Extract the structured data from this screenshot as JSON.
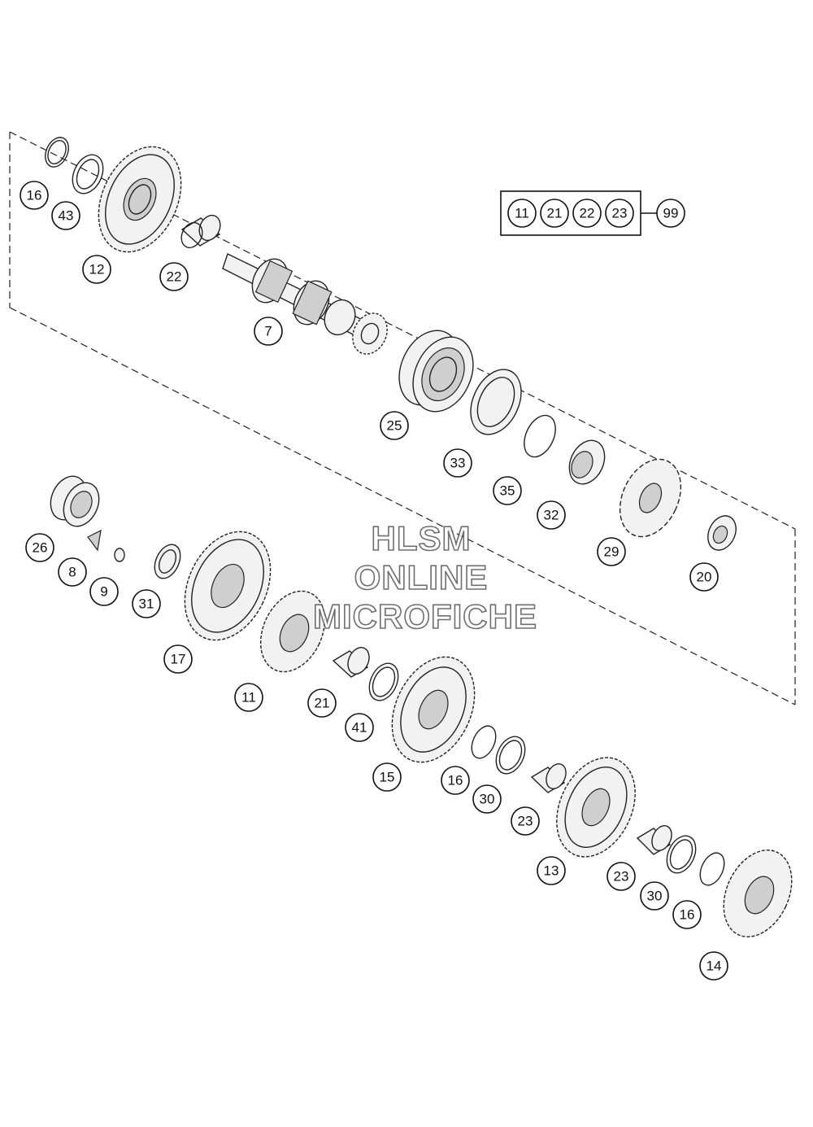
{
  "watermark": {
    "lines": [
      "HLSM",
      "ONLINE",
      "MICROFICHE"
    ]
  },
  "kit": {
    "members": [
      "11",
      "21",
      "22",
      "23"
    ],
    "result": "99"
  },
  "labels": [
    {
      "id": "lbl-16a",
      "text": "16"
    },
    {
      "id": "lbl-43",
      "text": "43"
    },
    {
      "id": "lbl-12",
      "text": "12"
    },
    {
      "id": "lbl-22",
      "text": "22"
    },
    {
      "id": "lbl-7",
      "text": "7"
    },
    {
      "id": "lbl-25",
      "text": "25"
    },
    {
      "id": "lbl-33",
      "text": "33"
    },
    {
      "id": "lbl-35",
      "text": "35"
    },
    {
      "id": "lbl-32",
      "text": "32"
    },
    {
      "id": "lbl-29",
      "text": "29"
    },
    {
      "id": "lbl-20",
      "text": "20"
    },
    {
      "id": "lbl-26",
      "text": "26"
    },
    {
      "id": "lbl-8",
      "text": "8"
    },
    {
      "id": "lbl-9",
      "text": "9"
    },
    {
      "id": "lbl-31",
      "text": "31"
    },
    {
      "id": "lbl-17",
      "text": "17"
    },
    {
      "id": "lbl-11",
      "text": "11"
    },
    {
      "id": "lbl-21",
      "text": "21"
    },
    {
      "id": "lbl-41",
      "text": "41"
    },
    {
      "id": "lbl-15",
      "text": "15"
    },
    {
      "id": "lbl-16b",
      "text": "16"
    },
    {
      "id": "lbl-30a",
      "text": "30"
    },
    {
      "id": "lbl-23a",
      "text": "23"
    },
    {
      "id": "lbl-13",
      "text": "13"
    },
    {
      "id": "lbl-23b",
      "text": "23"
    },
    {
      "id": "lbl-30b",
      "text": "30"
    },
    {
      "id": "lbl-16c",
      "text": "16"
    },
    {
      "id": "lbl-14",
      "text": "14"
    }
  ]
}
